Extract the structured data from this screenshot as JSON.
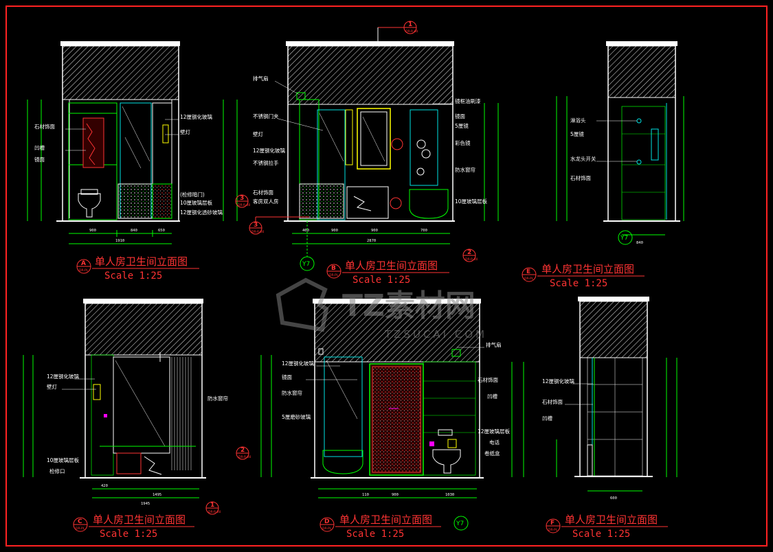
{
  "palette": {
    "frame": "#ff2222",
    "wall": "#ffffff",
    "green": "#00ff00",
    "cyan": "#00e5e5",
    "yellow": "#ffff00",
    "red": "#ff3333",
    "magenta": "#ff00ff",
    "bg": "#000000"
  },
  "watermark": {
    "brand": "TZ素材网",
    "domain": "TZSUCAI.COM"
  },
  "top_marker": {
    "num": "1",
    "sub": "DR-R-00"
  },
  "elevations": [
    {
      "letter": "A",
      "code": "DR-PL",
      "title": "单人房卫生间立面图",
      "scale": "Scale 1:25",
      "labels": [
        "石材饰面",
        "凹槽",
        "镜面",
        "12厘钢化玻璃",
        "壁灯",
        "(检修暗门)",
        "10厘玻璃层板",
        "12厘钢化透砂玻璃"
      ],
      "dims": [
        "900",
        "840",
        "650",
        "1910"
      ]
    },
    {
      "letter": "B",
      "code": "DR-PL",
      "title": "单人房卫生间立面图",
      "scale": "Scale 1:25",
      "labels": [
        "排气扇",
        "不锈钢门夹",
        "壁灯",
        "12厘钢化玻璃",
        "不锈钢拉手",
        "石材饰面",
        "客房双人房",
        "镜框油刷漆",
        "镜面",
        "5厘镜",
        "彩色镜",
        "防水窗帘",
        "10厘玻璃层板"
      ],
      "dims": [
        "400",
        "900",
        "900",
        "700",
        "2870"
      ],
      "markers": [
        {
          "num": "3",
          "sub": "DR-R-00"
        },
        {
          "num": "2",
          "sub": "DR-R-00"
        }
      ],
      "yview": "Y7"
    },
    {
      "letter": "E",
      "code": "DR-PL",
      "title": "单人房卫生间立面图",
      "scale": "Scale 1:25",
      "labels": [
        "淋浴头",
        "5厘镜",
        "水龙头开关",
        "石材饰面"
      ],
      "dims": [
        "840"
      ],
      "yview": "Y7"
    },
    {
      "letter": "C",
      "code": "DR-PL",
      "title": "单人房卫生间立面图",
      "scale": "Scale 1:25",
      "labels": [
        "12厘钢化玻璃",
        "壁灯",
        "防水窗帘",
        "10厘玻璃层板",
        "检修口"
      ],
      "dims": [
        "420",
        "1495",
        "1945"
      ],
      "markers": [
        {
          "num": "2",
          "sub": "DR-R-00"
        },
        {
          "num": "1",
          "sub": "DR-R-00"
        }
      ]
    },
    {
      "letter": "D",
      "code": "DR-PL",
      "title": "单人房卫生间立面图",
      "scale": "Scale 1:25",
      "labels": [
        "排气扇",
        "12厘钢化玻璃",
        "镜面",
        "防水窗帘",
        "5厘磨砂玻璃",
        "石材饰面",
        "凹槽",
        "12厘玻璃层板",
        "电话",
        "卷纸盒"
      ],
      "dims": [
        "110",
        "900",
        "1030"
      ],
      "yview": "Y7"
    },
    {
      "letter": "F",
      "code": "DR-PL",
      "title": "单人房卫生间立面图",
      "scale": "Scale 1:25",
      "labels": [
        "12厘钢化玻璃",
        "石材饰面",
        "凹槽"
      ],
      "dims": [
        "600"
      ]
    }
  ]
}
